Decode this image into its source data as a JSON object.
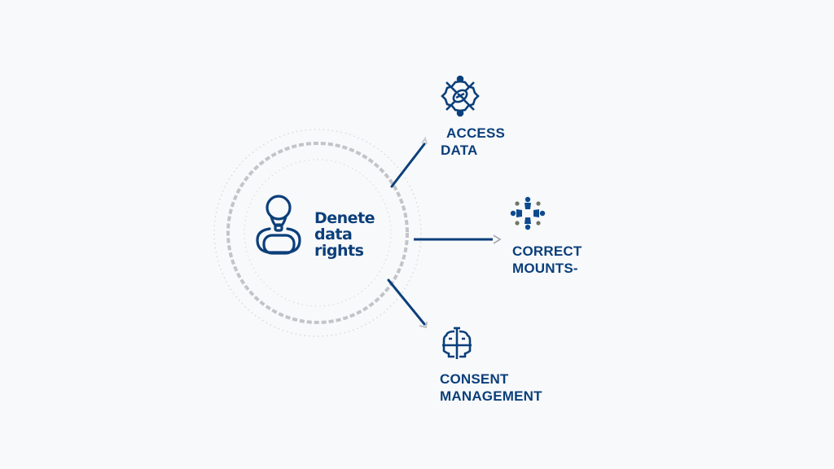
{
  "colors": {
    "background": "#f8f9fb",
    "primary": "#0b3f7a",
    "ring_dashed": "#c4c6ca",
    "ring_dotted": "#d6d8dc",
    "accent_gray": "#7a7e72"
  },
  "hub": {
    "icon": "person-icon",
    "label_lines": [
      "Denete",
      "data",
      "rights"
    ]
  },
  "nodes": [
    {
      "id": "access-data",
      "icon": "gear-network-icon",
      "label_lines": [
        "ACCESS",
        "DATA"
      ]
    },
    {
      "id": "correct-mounts",
      "icon": "people-cluster-icon",
      "label_lines": [
        "CORRECT",
        "MOUNTS-"
      ]
    },
    {
      "id": "consent-management",
      "icon": "shield-cross-icon",
      "label_lines": [
        "CONSENT",
        "MANAGEMENT"
      ]
    }
  ]
}
